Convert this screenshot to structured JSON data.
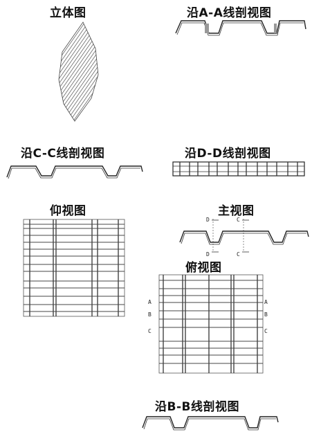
{
  "titles": {
    "iso": "立体图",
    "section_aa": "沿A-A线剖视图",
    "section_cc": "沿C-C线剖视图",
    "section_dd": "沿D-D线剖视图",
    "bottom_view": "仰视图",
    "main_view": "主视图",
    "top_view": "俯视图",
    "section_bb": "沿B-B线剖视图"
  },
  "markers": {
    "main": [
      "D",
      "C",
      "D",
      "C"
    ],
    "top": [
      "A",
      "A",
      "B",
      "B",
      "C",
      "C"
    ]
  }
}
